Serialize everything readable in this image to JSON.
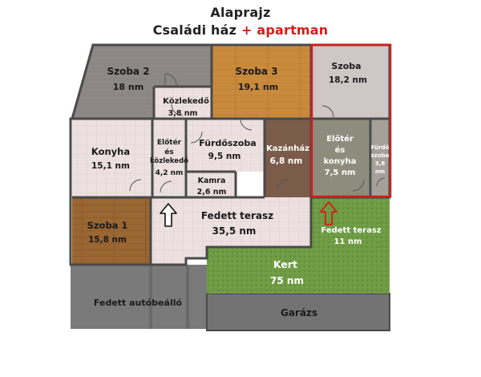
{
  "header": {
    "title": "Alaprajz",
    "subtitle_main": "Családi ház",
    "subtitle_accent": "+ apartman"
  },
  "colors": {
    "accent": "#d91b1b",
    "wall": "#4a4a4a",
    "tile": "#e9dcdc",
    "floor_gray": "#8c8686",
    "wood_gold": "#c98a3b",
    "wood_brown": "#8a5a2b",
    "kazanhaz": "#7b5b49",
    "grass": "#6e9a44",
    "concrete": "#7a7a7a"
  },
  "rooms": {
    "szoba2": {
      "name": "Szoba 2",
      "area": "18 nm"
    },
    "kozlekedo": {
      "name": "Közlekedő",
      "area": "3,8 nm"
    },
    "szoba3": {
      "name": "Szoba 3",
      "area": "19,1 nm"
    },
    "szoba": {
      "name": "Szoba",
      "area": "18,2 nm"
    },
    "konyha": {
      "name": "Konyha",
      "area": "15,1 nm"
    },
    "eloter": {
      "line1": "Előtér",
      "line2": "és",
      "line3": "közlekedő",
      "area": "4,2 nm"
    },
    "furdoszoba": {
      "name": "Fürdőszoba",
      "area": "9,5 nm"
    },
    "kamra": {
      "name": "Kamra",
      "area": "2,6 nm"
    },
    "kazanhaz": {
      "name": "Kazánház",
      "area": "6,8 nm"
    },
    "eloter_konyha": {
      "line1": "Előtér",
      "line2": "és",
      "line3": "konyha",
      "area": "7,5 nm"
    },
    "furdo_small": {
      "line1": "Fürdő",
      "line2": "szoba",
      "area": "3,8",
      "unit": "nm"
    },
    "szoba1": {
      "name": "Szoba 1",
      "area": "15,8 nm"
    },
    "fedett_terasz": {
      "name": "Fedett terasz",
      "area": "35,5 nm"
    },
    "fedett_terasz_small": {
      "name": "Fedett terasz",
      "area": "11 nm"
    },
    "kert": {
      "name": "Kert",
      "area": "75 nm"
    },
    "autobeallo": {
      "name": "Fedett autóbeálló"
    },
    "garazs": {
      "name": "Garázs"
    }
  }
}
